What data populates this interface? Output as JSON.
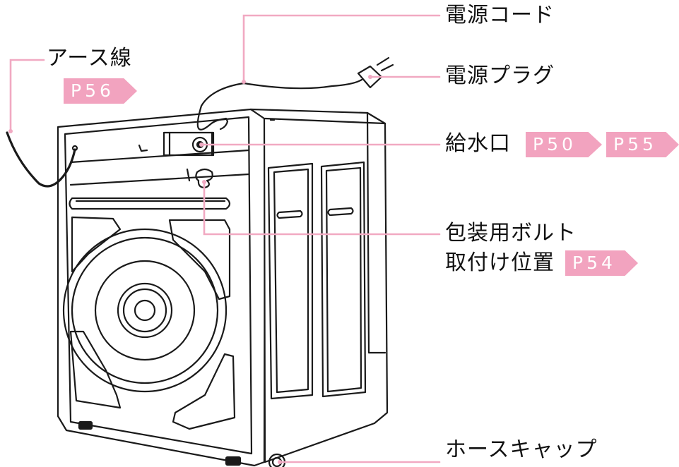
{
  "labels": {
    "earth_wire": "アース線",
    "power_cord": "電源コード",
    "power_plug": "電源プラグ",
    "water_inlet": "給水口",
    "shipping_bolt_line1": "包装用ボルト",
    "shipping_bolt_line2": "取付け位置",
    "hose_cap": "ホースキャップ"
  },
  "refs": {
    "earth_wire": "P56",
    "water_inlet_1": "P50",
    "water_inlet_2": "P55",
    "shipping_bolt": "P54"
  },
  "colors": {
    "leader_line": "#f1a9c2",
    "ref_badge": "#f2a3bf",
    "drawing": "#1a1a1a",
    "text": "#111111"
  }
}
